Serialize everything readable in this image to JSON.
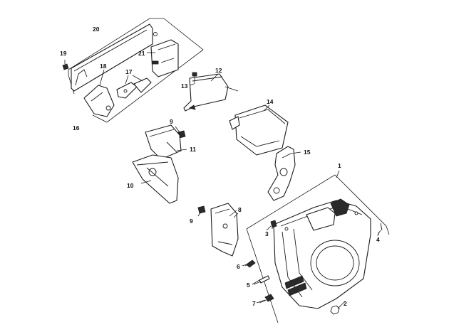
{
  "callouts": {
    "c1": "1",
    "c2": "2",
    "c3": "3",
    "c4": "4",
    "c5": "5",
    "c6": "6",
    "c7": "7",
    "c8": "8",
    "c9a": "9",
    "c9b": "9",
    "c10": "10",
    "c11": "11",
    "c12": "12",
    "c13": "13",
    "c14": "14",
    "c15": "15",
    "c16": "16",
    "c17": "17",
    "c18": "18",
    "c19": "19",
    "c20": "20",
    "c21": "21"
  },
  "colors": {
    "line": "#1a1a1a",
    "background": "#ffffff",
    "shading": "#2a2a2a"
  }
}
